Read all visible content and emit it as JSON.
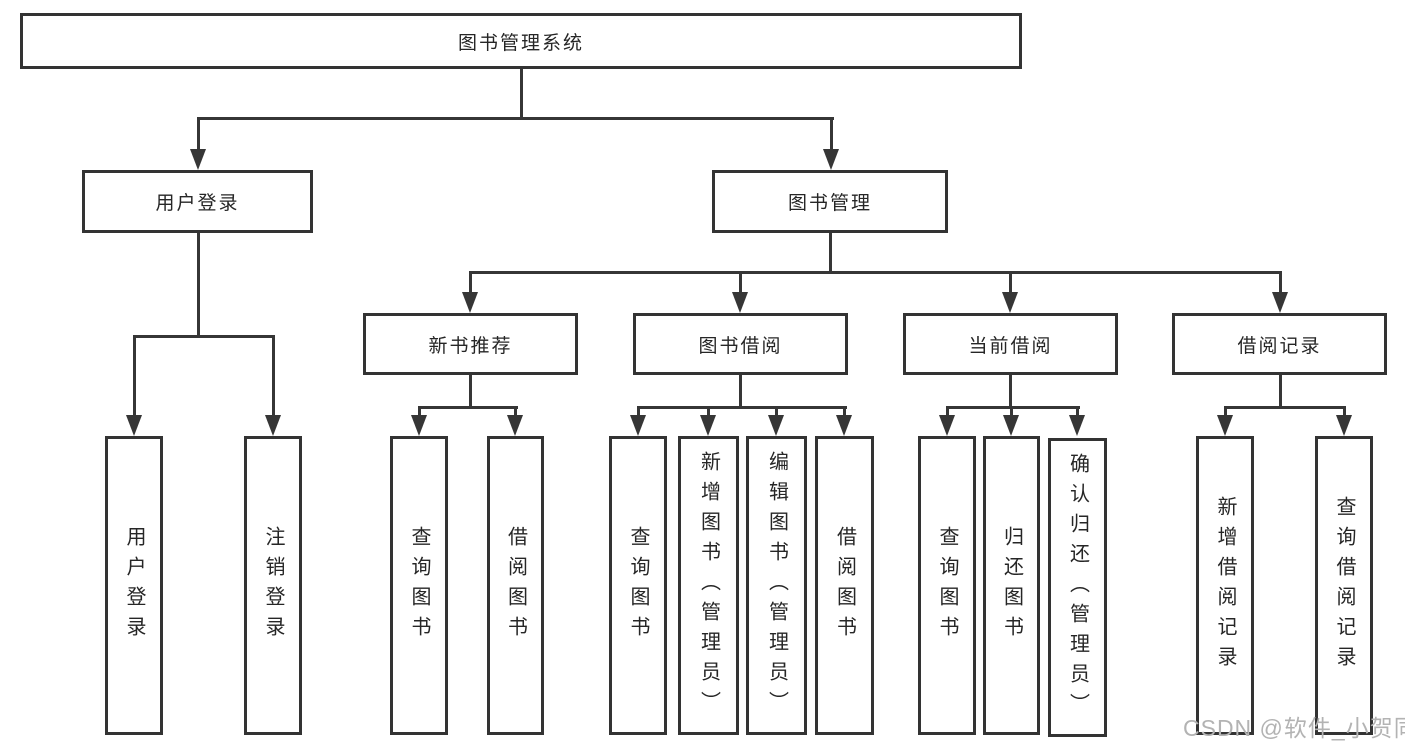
{
  "watermark": "CSDN @软件_小贺同学",
  "tree": {
    "root": {
      "label": "图书管理系统"
    },
    "branches": [
      {
        "label": "用户登录",
        "children": [
          {
            "label": "用户登录"
          },
          {
            "label": "注销登录"
          }
        ]
      },
      {
        "label": "图书管理",
        "sections": [
          {
            "label": "新书推荐",
            "children": [
              {
                "label": "查询图书"
              },
              {
                "label": "借阅图书"
              }
            ]
          },
          {
            "label": "图书借阅",
            "children": [
              {
                "label": "查询图书"
              },
              {
                "label": "新增图书（管理员）"
              },
              {
                "label": "编辑图书（管理员）"
              },
              {
                "label": "借阅图书"
              }
            ]
          },
          {
            "label": "当前借阅",
            "children": [
              {
                "label": "查询图书"
              },
              {
                "label": "归还图书"
              },
              {
                "label": "确认归还（管理员）"
              }
            ]
          },
          {
            "label": "借阅记录",
            "children": [
              {
                "label": "新增借阅记录"
              },
              {
                "label": "查询借阅记录"
              }
            ]
          }
        ]
      }
    ]
  }
}
